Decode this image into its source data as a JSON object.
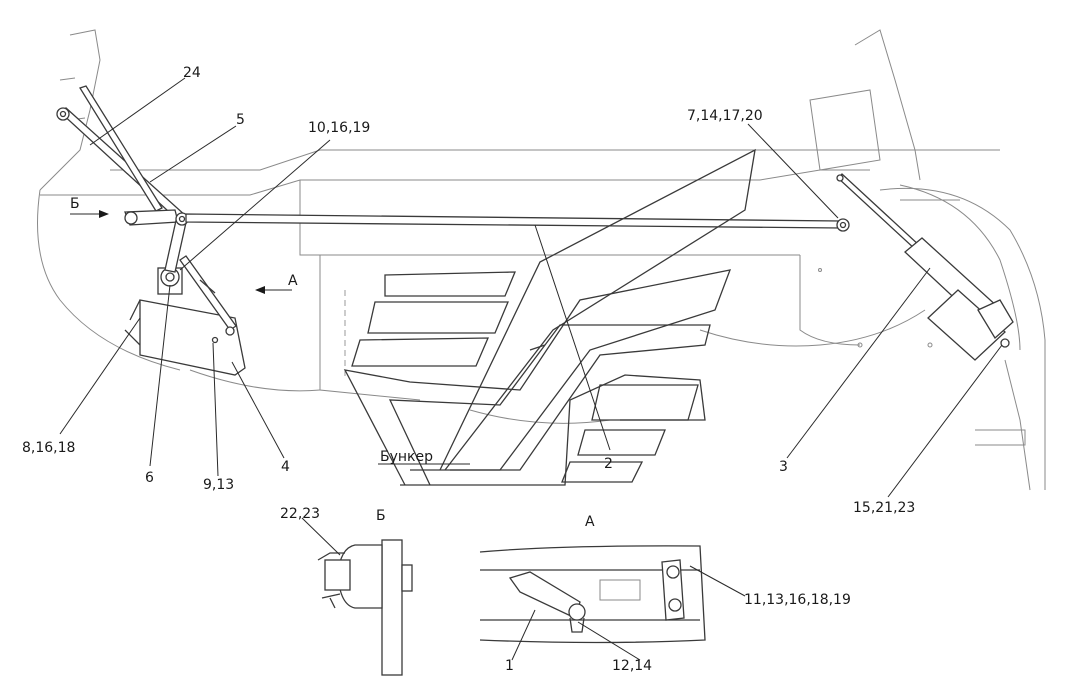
{
  "callouts": {
    "c24": "24",
    "c5": "5",
    "c10_16_19": "10,16,19",
    "c7_14_17_20": "7,14,17,20",
    "b_arrow": "Б",
    "a_arrow": "А",
    "c8_16_18": "8,16,18",
    "c6": "6",
    "c9_13": "9,13",
    "c4": "4",
    "c2": "2",
    "c3": "3",
    "c15_21_23": "15,21,23",
    "bunker": "Бункер",
    "c22_23": "22,23",
    "view_b": "Б",
    "view_a": "А",
    "c11_13_16_18_19": "11,13,16,18,19",
    "c1": "1",
    "c12_14": "12,14"
  }
}
